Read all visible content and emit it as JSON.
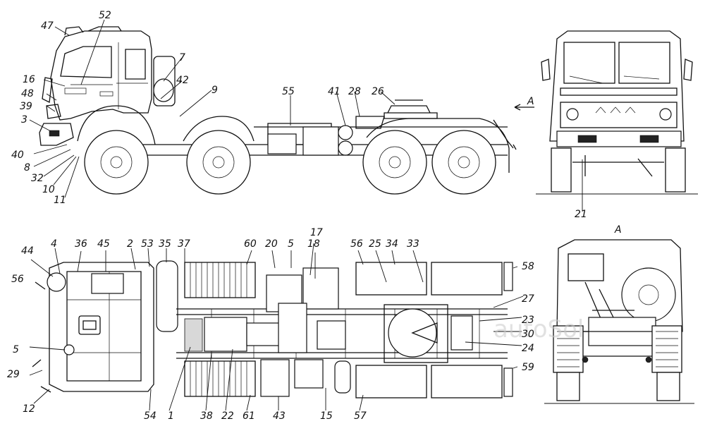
{
  "diagram": {
    "view_label": "A",
    "watermark": "autoSol",
    "callouts": {
      "c1": "1",
      "c2": "2",
      "c3": "3",
      "c4": "4",
      "c5": "5",
      "c7": "7",
      "c8": "8",
      "c9": "9",
      "c10": "10",
      "c11": "11",
      "c12": "12",
      "c15": "15",
      "c16": "16",
      "c17": "17",
      "c18": "18",
      "c20": "20",
      "c21": "21",
      "c22": "22",
      "c23": "23",
      "c24": "24",
      "c25": "25",
      "c26": "26",
      "c27": "27",
      "c28": "28",
      "c29": "29",
      "c30": "30",
      "c32": "32",
      "c33": "33",
      "c34": "34",
      "c35": "35",
      "c36": "36",
      "c37": "37",
      "c38": "38",
      "c39": "39",
      "c40": "40",
      "c41": "41",
      "c42": "42",
      "c43": "43",
      "c44": "44",
      "c45": "45",
      "c47": "47",
      "c48": "48",
      "c52": "52",
      "c53": "53",
      "c54": "54",
      "c55": "55",
      "c56": "56",
      "c57": "57",
      "c58": "58",
      "c59": "59",
      "c60": "60",
      "c61": "61"
    }
  }
}
